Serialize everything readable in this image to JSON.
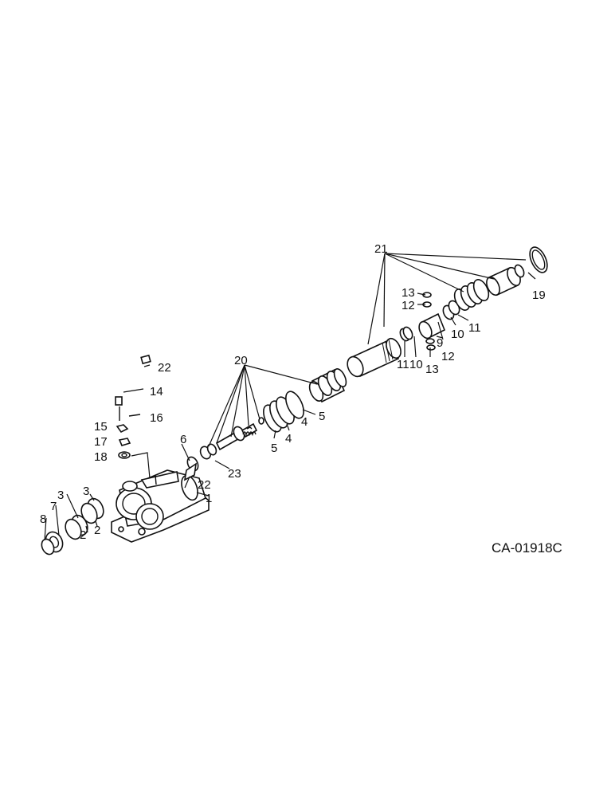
{
  "drawing_code": "CA-01918C",
  "callouts": {
    "c1": "1",
    "c2a": "2",
    "c2b": "2",
    "c3a": "3",
    "c3b": "3",
    "c4a": "4",
    "c4b": "4",
    "c5a": "5",
    "c5b": "5",
    "c6": "6",
    "c7": "7",
    "c8": "8",
    "c9": "9",
    "c10a": "10",
    "c10b": "10",
    "c11a": "11",
    "c11b": "11",
    "c12a": "12",
    "c12b": "12",
    "c13a": "13",
    "c13b": "13",
    "c14": "14",
    "c15": "15",
    "c16": "16",
    "c17": "17",
    "c18": "18",
    "c19": "19",
    "c20": "20",
    "c21": "21",
    "c22a": "22",
    "c22b": "22",
    "c23": "23"
  }
}
